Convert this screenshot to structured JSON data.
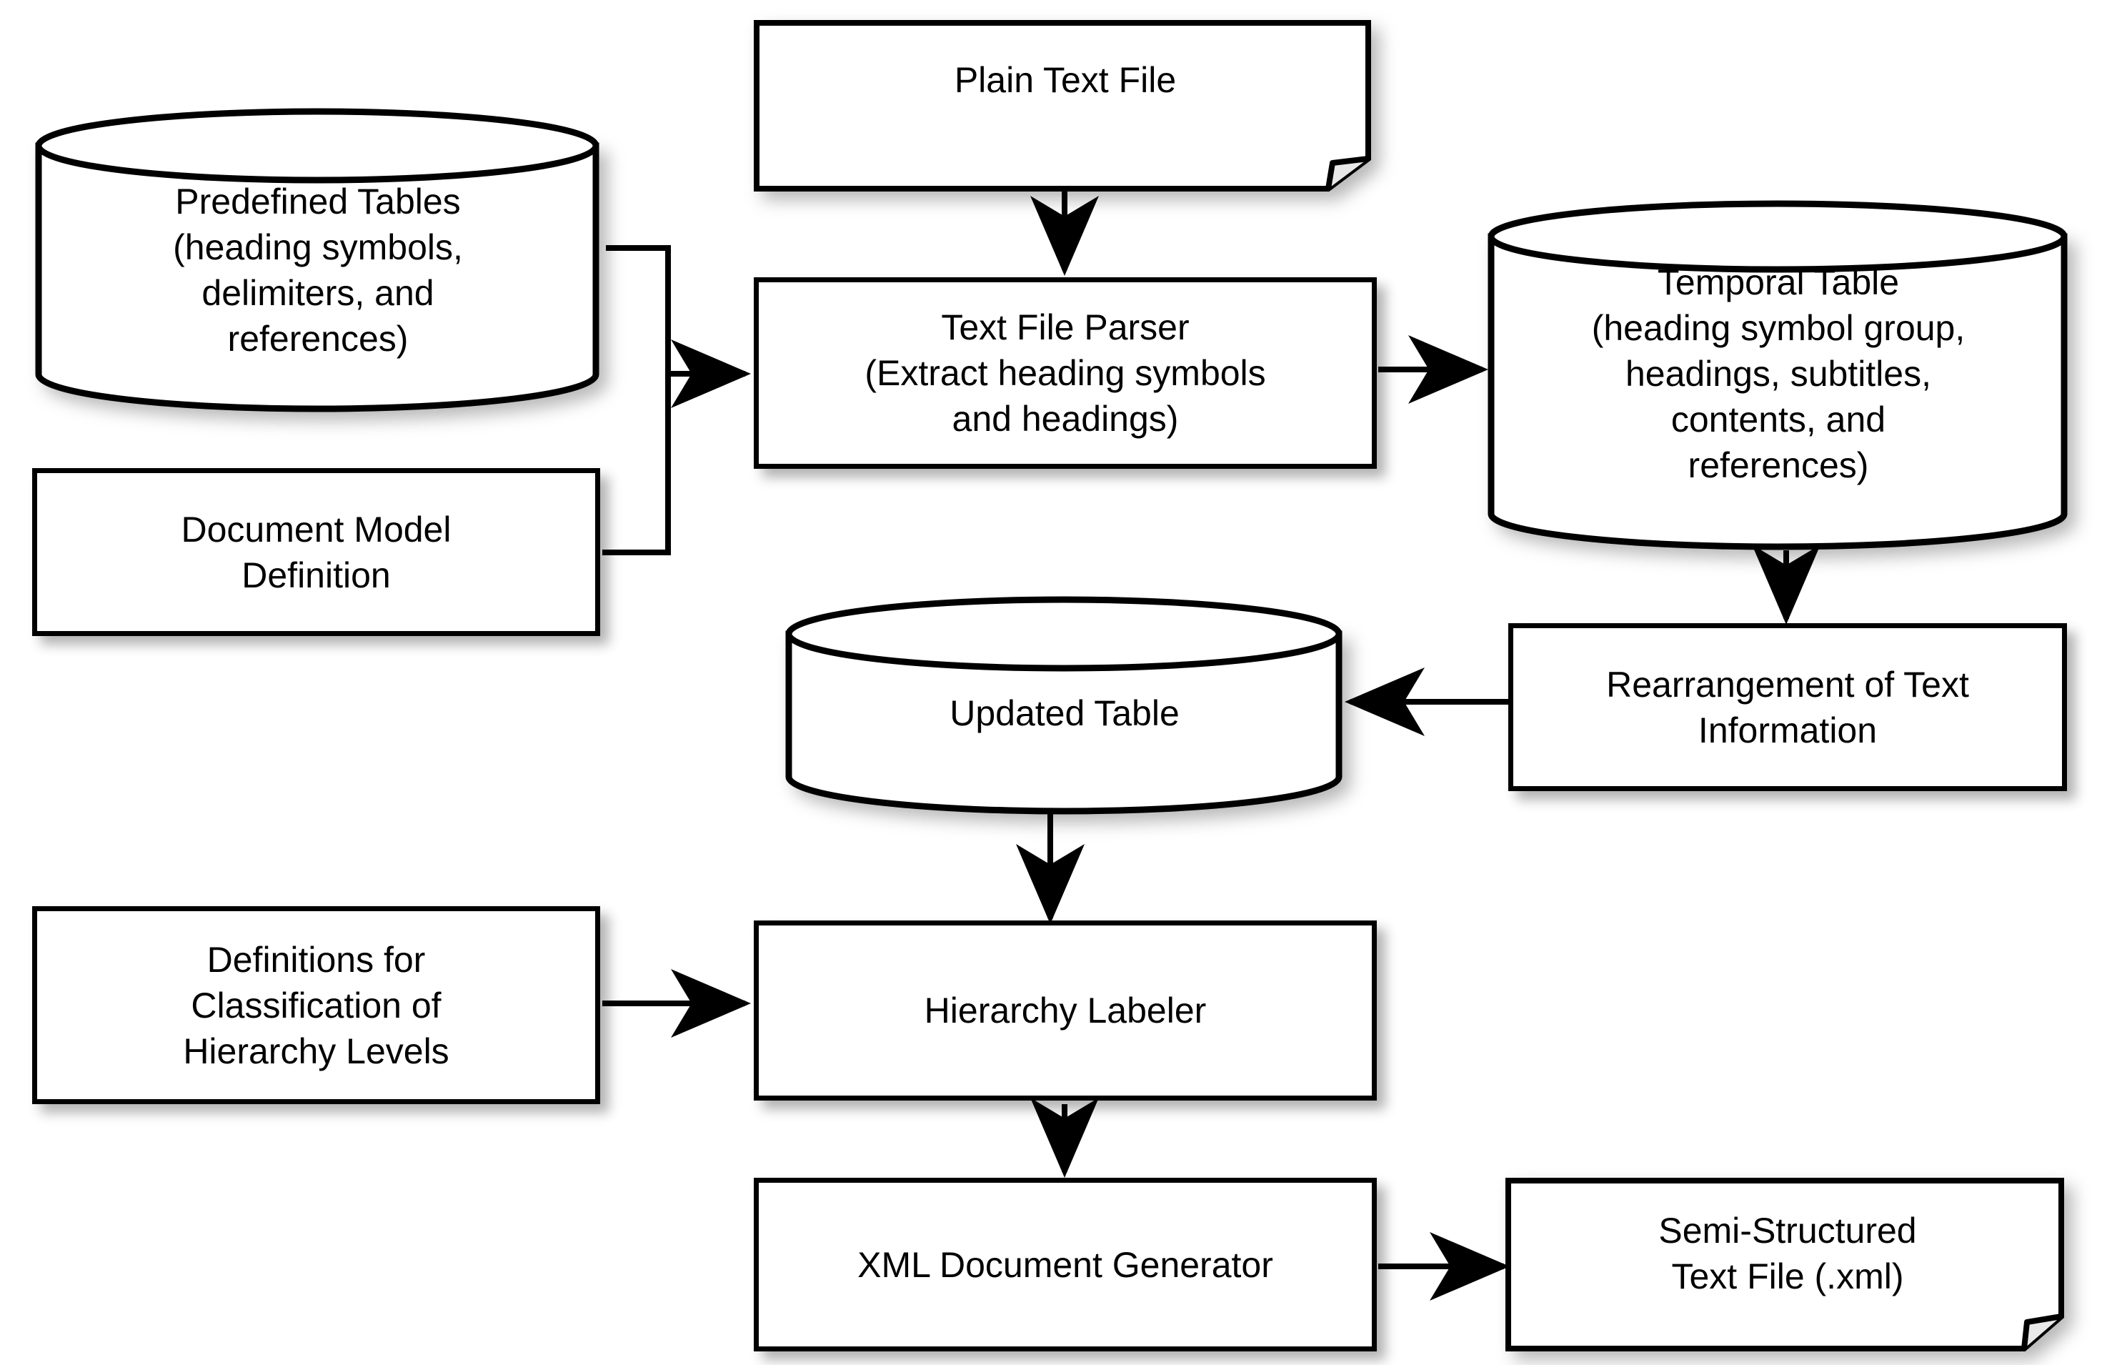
{
  "diagram": {
    "title": "Semi-structured text generation pipeline flowchart",
    "line_color": "#000000",
    "fill_color": "#ffffff",
    "nodes": [
      {
        "id": "predefined-tables",
        "shape": "cylinder",
        "label": "Predefined Tables\n(heading symbols,\ndelimiters, and\nreferences)"
      },
      {
        "id": "document-model-definition",
        "shape": "rectangle",
        "label": "Document Model\nDefinition"
      },
      {
        "id": "plain-text-file",
        "shape": "document",
        "label": "Plain Text File"
      },
      {
        "id": "text-file-parser",
        "shape": "rectangle",
        "label": "Text File Parser\n(Extract heading symbols\nand headings)"
      },
      {
        "id": "temporal-table",
        "shape": "cylinder",
        "label": "Temporal Table\n(heading symbol group,\nheadings, subtitles,\ncontents, and\nreferences)"
      },
      {
        "id": "rearrangement-of-text-information",
        "shape": "rectangle",
        "label": "Rearrangement of Text\nInformation"
      },
      {
        "id": "updated-table",
        "shape": "cylinder",
        "label": "Updated Table"
      },
      {
        "id": "definitions-for-classification",
        "shape": "rectangle",
        "label": "Definitions for\nClassification of\nHierarchy Levels"
      },
      {
        "id": "hierarchy-labeler",
        "shape": "rectangle",
        "label": "Hierarchy Labeler"
      },
      {
        "id": "xml-document-generator",
        "shape": "rectangle",
        "label": "XML Document Generator"
      },
      {
        "id": "semi-structured-text-file",
        "shape": "document",
        "label": "Semi-Structured\nText File (.xml)"
      }
    ],
    "edges": [
      {
        "from": "plain-text-file",
        "to": "text-file-parser",
        "direction": "down"
      },
      {
        "from": "predefined-tables",
        "to": "text-file-parser",
        "direction": "right"
      },
      {
        "from": "document-model-definition",
        "to": "text-file-parser",
        "direction": "right"
      },
      {
        "from": "text-file-parser",
        "to": "temporal-table",
        "direction": "right"
      },
      {
        "from": "temporal-table",
        "to": "rearrangement-of-text-information",
        "direction": "down"
      },
      {
        "from": "rearrangement-of-text-information",
        "to": "updated-table",
        "direction": "left"
      },
      {
        "from": "updated-table",
        "to": "hierarchy-labeler",
        "direction": "down"
      },
      {
        "from": "definitions-for-classification",
        "to": "hierarchy-labeler",
        "direction": "right"
      },
      {
        "from": "hierarchy-labeler",
        "to": "xml-document-generator",
        "direction": "down"
      },
      {
        "from": "xml-document-generator",
        "to": "semi-structured-text-file",
        "direction": "right"
      }
    ]
  }
}
